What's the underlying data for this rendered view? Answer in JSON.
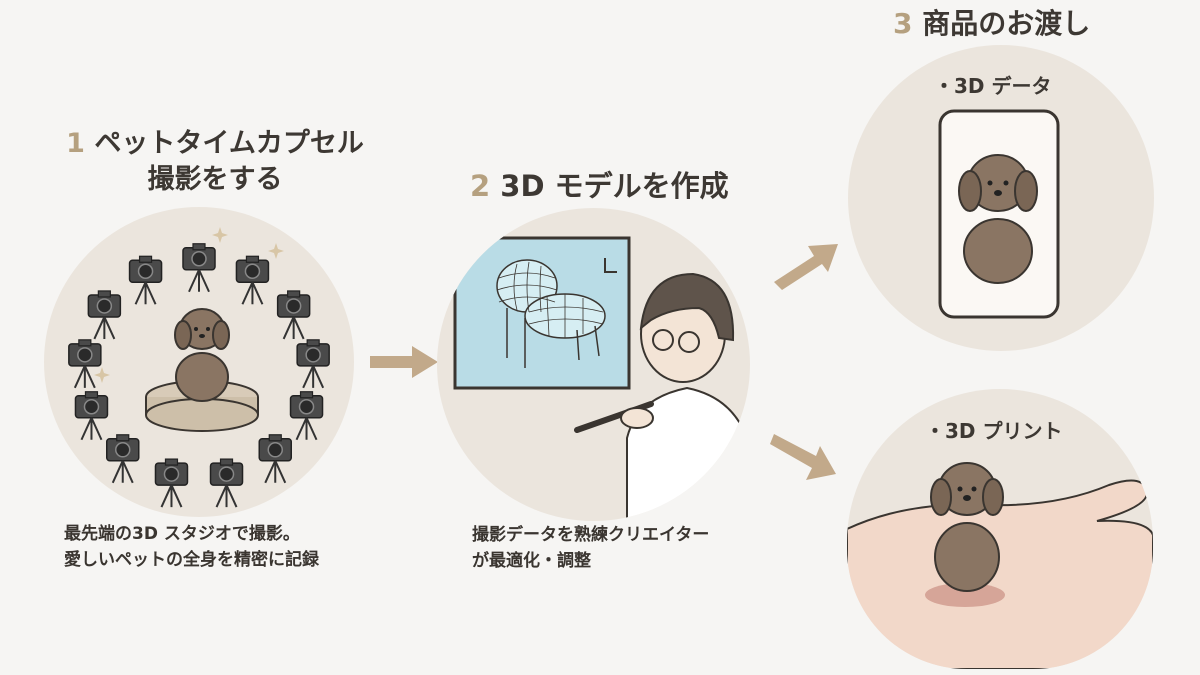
{
  "steps": [
    {
      "number": "1",
      "title_line1": "ペットタイムカプセル",
      "title_line2": "撮影をする",
      "desc_line1": "最先端の3D スタジオで撮影。",
      "desc_line2": "愛しいペットの全身を精密に記録"
    },
    {
      "number": "2",
      "title": "3D モデルを作成",
      "desc_line1": "撮影データを熟練クリエイター",
      "desc_line2": "が最適化・調整"
    },
    {
      "number": "3",
      "title": "商品のお渡し",
      "deliverables": [
        {
          "label": "・3D データ"
        },
        {
          "label": "・3D プリント"
        }
      ]
    }
  ],
  "colors": {
    "background": "#f6f5f3",
    "accent_number": "#b5a07f",
    "arrow": "#c2a98a",
    "circle": "#ebe5dd",
    "dog": "#8a7563",
    "screen": "#b9dce6"
  },
  "icons": [
    "camera-icon",
    "dog-figure",
    "monitor-icon",
    "stylus-icon",
    "phone-icon",
    "hand-icon",
    "sparkle-icon",
    "arrow-right-icon"
  ]
}
